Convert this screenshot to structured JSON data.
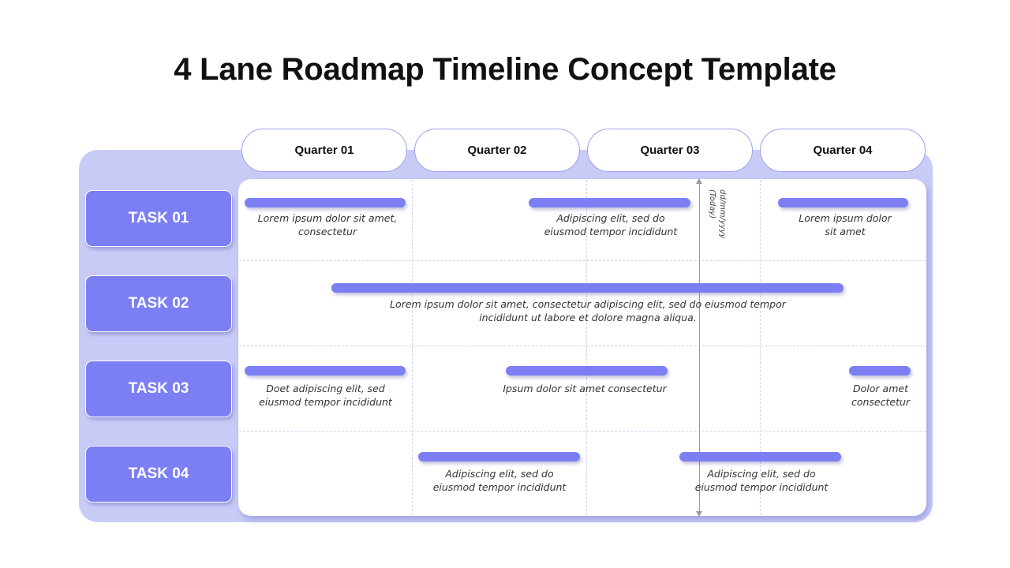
{
  "title": "4 Lane Roadmap Timeline Concept Template",
  "quarters": [
    "Quarter 01",
    "Quarter 02",
    "Quarter 03",
    "Quarter 04"
  ],
  "tasks": [
    "TASK 01",
    "TASK 02",
    "TASK 03",
    "TASK 04"
  ],
  "today_marker": {
    "date_text": "dd/mm/yyyy",
    "label": "(Today)"
  },
  "timeline_items": [
    {
      "lane": 1,
      "line1": "Lorem ipsum dolor sit amet,",
      "line2": "consectetur"
    },
    {
      "lane": 1,
      "line1": "Adipiscing elit, sed do",
      "line2": "eiusmod tempor incididunt"
    },
    {
      "lane": 1,
      "line1": "Lorem ipsum dolor",
      "line2": "sit amet"
    },
    {
      "lane": 2,
      "line1": "Lorem ipsum dolor sit amet, consectetur adipiscing elit, sed do eiusmod tempor",
      "line2": "incididunt ut labore et dolore magna aliqua."
    },
    {
      "lane": 3,
      "line1": "Doet adipiscing elit, sed",
      "line2": "eiusmod tempor incididunt"
    },
    {
      "lane": 3,
      "line1": "Ipsum dolor sit amet consectetur",
      "line2": ""
    },
    {
      "lane": 3,
      "line1": "Dolor amet",
      "line2": "consectetur"
    },
    {
      "lane": 4,
      "line1": "Adipiscing elit, sed do",
      "line2": "eiusmod tempor incididunt"
    },
    {
      "lane": 4,
      "line1": "Adipiscing elit, sed do",
      "line2": "eiusmod tempor incididunt"
    }
  ],
  "colors": {
    "accent": "#7b7ff3",
    "background_band": "#c9cbf7",
    "quarter_border": "#9da1ee"
  }
}
